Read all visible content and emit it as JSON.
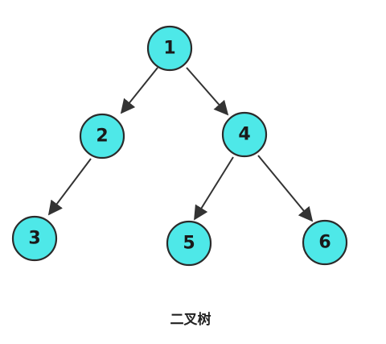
{
  "diagram": {
    "nodes": [
      {
        "id": "n1",
        "label": "1"
      },
      {
        "id": "n2",
        "label": "2"
      },
      {
        "id": "n4",
        "label": "4"
      },
      {
        "id": "n3",
        "label": "3"
      },
      {
        "id": "n5",
        "label": "5"
      },
      {
        "id": "n6",
        "label": "6"
      }
    ],
    "edges": [
      {
        "from": "n1",
        "to": "n2"
      },
      {
        "from": "n1",
        "to": "n4"
      },
      {
        "from": "n2",
        "to": "n3"
      },
      {
        "from": "n4",
        "to": "n5"
      },
      {
        "from": "n4",
        "to": "n6"
      }
    ],
    "caption": "二叉树",
    "colors": {
      "node_fill": "#4ee8e8",
      "node_stroke": "#2b2b2b",
      "edge": "#333333"
    }
  }
}
